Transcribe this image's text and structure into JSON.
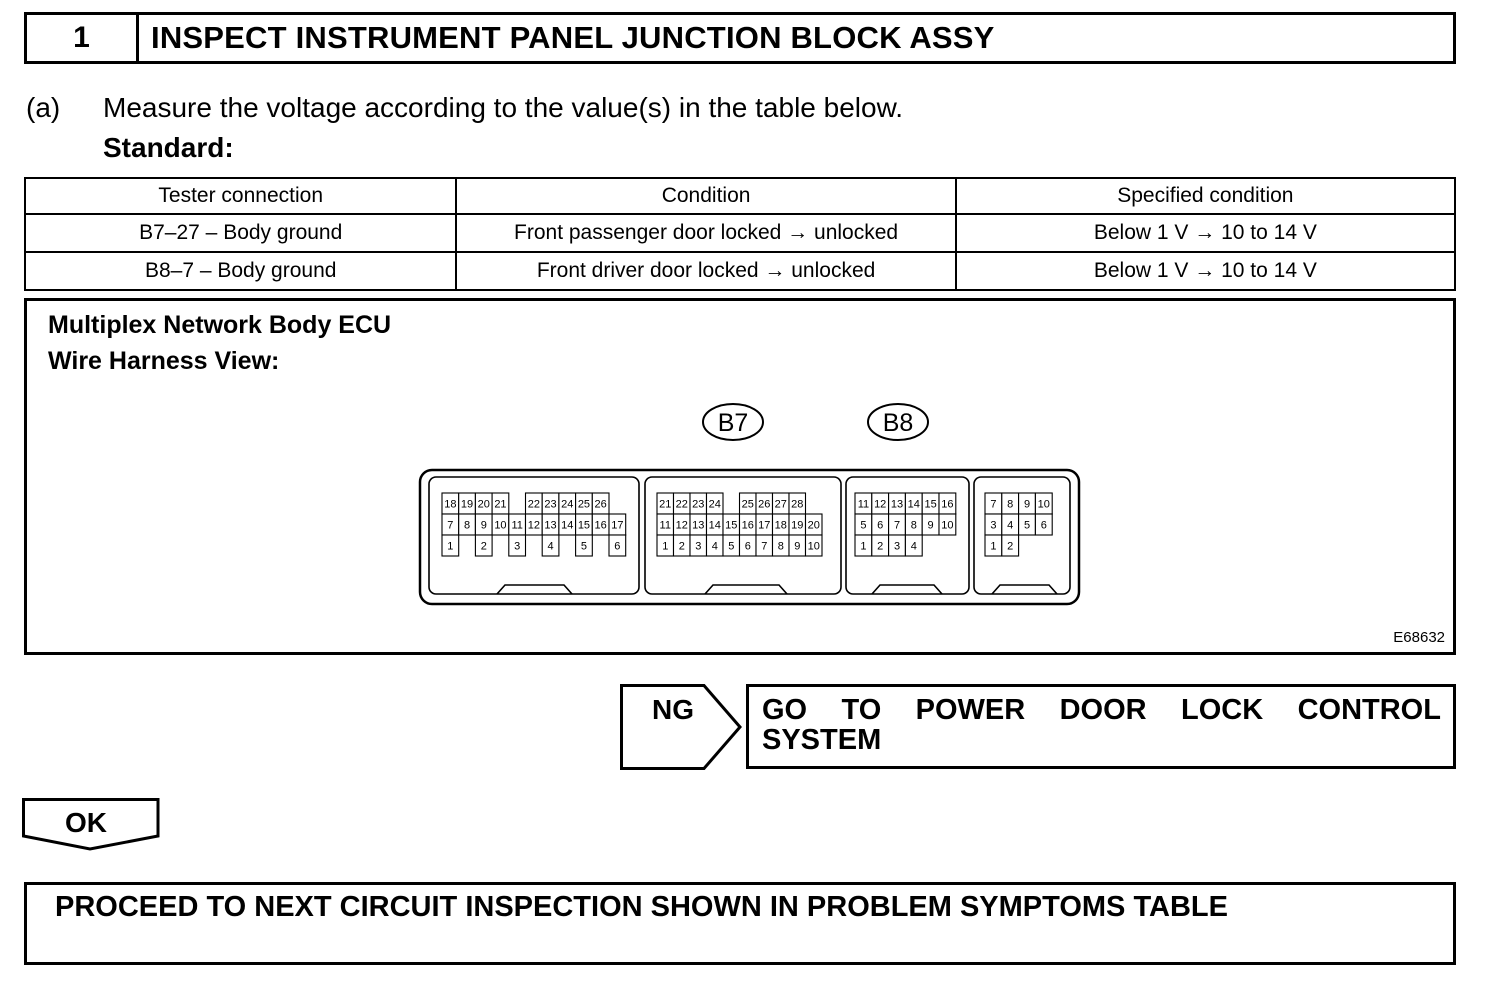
{
  "step": {
    "number": "1",
    "title": "INSPECT INSTRUMENT PANEL JUNCTION BLOCK ASSY"
  },
  "instruction": {
    "marker": "(a)",
    "text": "Measure the voltage according to the value(s) in the table below.",
    "standard_label": "Standard:"
  },
  "spec_table": {
    "headers": [
      "Tester connection",
      "Condition",
      "Specified condition"
    ],
    "rows": [
      [
        "B7–27 – Body ground",
        "Front passenger door locked → unlocked",
        "Below 1 V → 10 to 14 V"
      ],
      [
        "B8–7 – Body ground",
        "Front driver door locked → unlocked",
        "Below 1 V → 10 to 14 V"
      ]
    ]
  },
  "diagram": {
    "title_line1": "Multiplex Network Body ECU",
    "title_line2": "Wire Harness View:",
    "connector_labels": [
      "B7",
      "B8"
    ],
    "figure_code": "E68632",
    "connectors": [
      {
        "rows": [
          [
            "18",
            "19",
            "20",
            "21",
            "",
            "22",
            "23",
            "24",
            "25",
            "26"
          ],
          [
            "7",
            "8",
            "9",
            "10",
            "11",
            "12",
            "13",
            "14",
            "15",
            "16",
            "17"
          ],
          [
            "1",
            "",
            "2",
            "",
            "3",
            "",
            "4",
            "",
            "5",
            "",
            "6"
          ]
        ]
      },
      {
        "rows": [
          [
            "21",
            "22",
            "23",
            "24",
            "",
            "25",
            "26",
            "27",
            "28"
          ],
          [
            "11",
            "12",
            "13",
            "14",
            "15",
            "16",
            "17",
            "18",
            "19",
            "20"
          ],
          [
            "1",
            "2",
            "3",
            "4",
            "5",
            "6",
            "7",
            "8",
            "9",
            "10"
          ]
        ]
      },
      {
        "rows": [
          [
            "11",
            "12",
            "13",
            "14",
            "15",
            "16"
          ],
          [
            "5",
            "6",
            "7",
            "8",
            "9",
            "10"
          ],
          [
            "1",
            "2",
            "3",
            "4"
          ]
        ]
      },
      {
        "rows": [
          [
            "7",
            "8",
            "9",
            "10"
          ],
          [
            "3",
            "4",
            "5",
            "6"
          ],
          [
            "1",
            "2"
          ]
        ]
      }
    ]
  },
  "ng": {
    "label": "NG",
    "action_line1_words": [
      "GO",
      "TO",
      "POWER",
      "DOOR",
      "LOCK",
      "CONTROL"
    ],
    "action_line2": "SYSTEM"
  },
  "ok": {
    "label": "OK"
  },
  "final": {
    "text": "PROCEED TO NEXT CIRCUIT INSPECTION SHOWN IN PROBLEM SYMPTOMS TABLE"
  }
}
